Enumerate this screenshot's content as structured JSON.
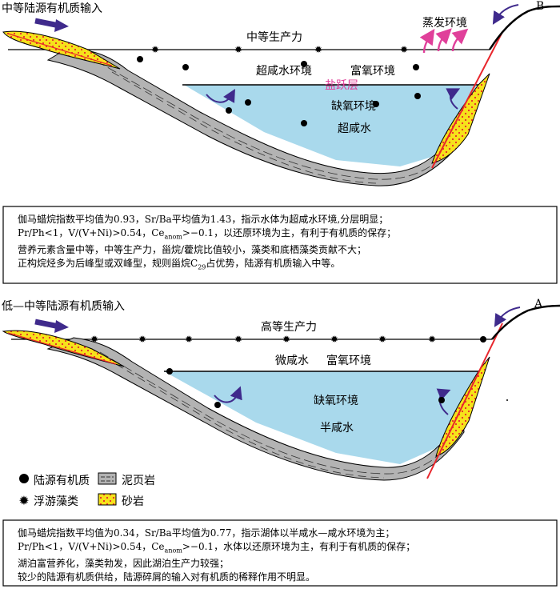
{
  "top": {
    "input_label": "中等陆源有机质输入",
    "productivity": "中等生产力",
    "evaporation": "蒸发环境",
    "letter": "B",
    "left_zone": "超咸水环境",
    "right_zone": "富氧环境",
    "salt_layer": "盐跃层",
    "anoxic": "缺氧环境",
    "water": "超咸水",
    "text": {
      "line1": "伽马蜡烷指数平均值为0.93，Sr/Ba平均值为1.43，指示水体为超咸水环境,分层明显；",
      "line2_a": "Pr/Ph<1，V/(V+Ni)>0.54，Ce",
      "line2_sub": "anom",
      "line2_b": ">−0.1，以还原环境为主，有利于有机质的保存；",
      "line3": "营养元素含量中等，中等生产力，甾烷/藿烷比值较小，藻类和底栖藻类贡献不大；",
      "line4_a": "正构烷烃多为后峰型或双峰型，规则甾烷C",
      "line4_sub": "29",
      "line4_b": "占优势，陆源有机质输入中等。"
    }
  },
  "bottom": {
    "input_label": "低—中等陆源有机质输入",
    "productivity": "高等生产力",
    "letter": "A",
    "zone_a": "微咸水",
    "zone_b": "富氧环境",
    "anoxic": "缺氧环境",
    "water": "半咸水",
    "legend": {
      "organic": "陆源有机质",
      "mudstone": "泥页岩",
      "algae": "浮游藻类",
      "sandstone": "砂岩"
    },
    "text": {
      "line1": "伽马蜡烷指数平均值为0.34，Sr/Ba平均值为0.77，指示湖体以半咸水—咸水环境为主；",
      "line2_a": "Pr/Ph<1，V/(V+Ni)>0.54，Ce",
      "line2_sub": "anom",
      "line2_b": ">−0.1，水体以还原环境为主，有利于有机质的保存；",
      "line3": "湖泊富营养化，藻类勃发，因此湖泊生产力较强；",
      "line4": "较少的陆源有机质供给，陆源碎屑的输入对有机质的稀释作用不明显。"
    }
  },
  "colors": {
    "water": "#a9d9ec",
    "mud": "#b3b3b3",
    "sand": "#f6e21b",
    "dot": "#e8262c",
    "arrow": "#3f2a8c",
    "evap": "#e0409a",
    "fault": "#e8262c"
  }
}
